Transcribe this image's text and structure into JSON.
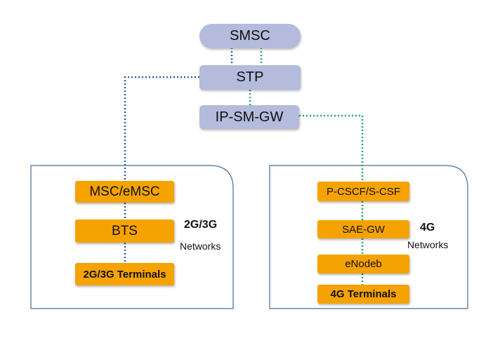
{
  "nodes": {
    "smsc": "SMSC",
    "stp": "STP",
    "ipsmgw": "IP-SM-GW",
    "msc": "MSC/eMSC",
    "bts": "BTS",
    "terminals_2g3g": "2G/3G Terminals",
    "pcscf": "P-CSCF/S-CSF",
    "saegw": "SAE-GW",
    "enodeb": "eNodeb",
    "terminals_4g": "4G Terminals"
  },
  "labels": {
    "gen_2g3g": "2G/3G",
    "networks_2g3g": "Networks",
    "gen_4g": "4G",
    "networks_4g": "Networks"
  },
  "colors": {
    "core_fill": "#b4bbdc",
    "node_fill": "#f6a200",
    "blue_link": "#2f5fa8",
    "green_link": "#2aa55a",
    "panel_border": "#4a6e96"
  }
}
